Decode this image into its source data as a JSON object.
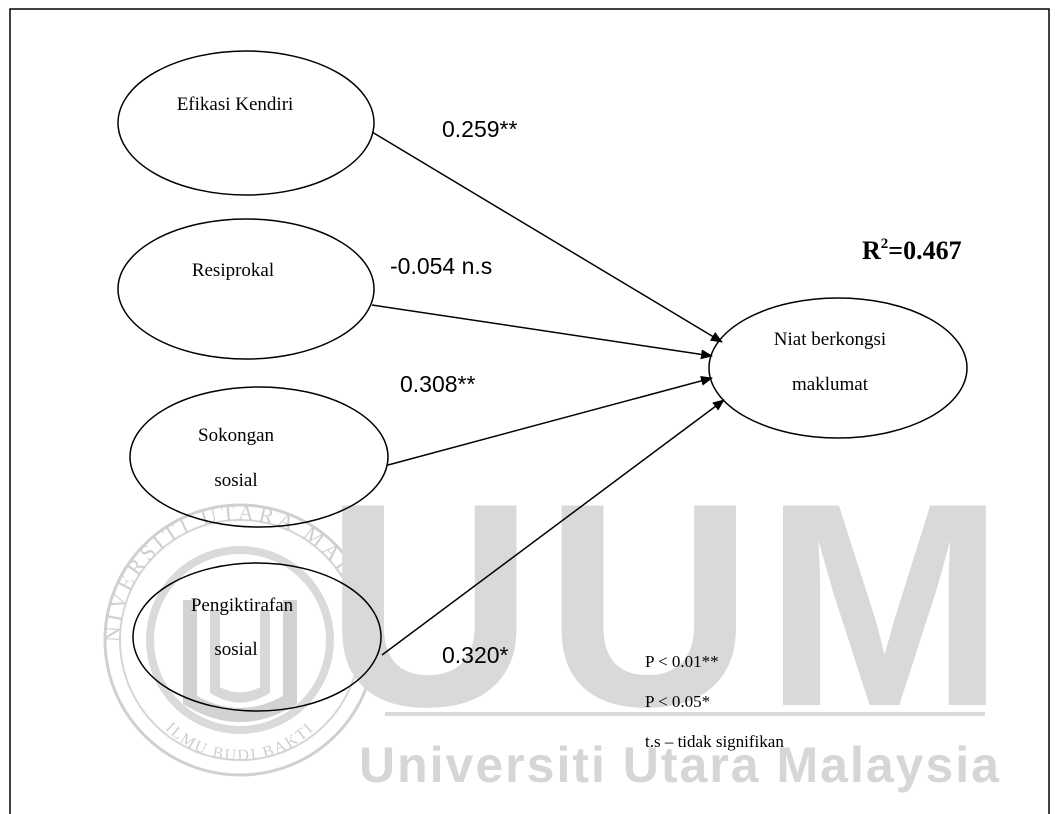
{
  "constructs": {
    "efikasi": "Efikasi Kendiri",
    "resiprokal": "Resiprokal",
    "sokongan_line1": "Sokongan",
    "sokongan_line2": "sosial",
    "pengiktirafan_line1": "Pengiktirafan",
    "pengiktirafan_line2": "sosial",
    "niat_line1": "Niat berkongsi",
    "niat_line2": "maklumat"
  },
  "coefficients": {
    "efikasi": "0.259**",
    "resiprokal": "-0.054 n.s",
    "sokongan": "0.308**",
    "pengiktirafan": "0.320*"
  },
  "r_squared": {
    "label": "R",
    "superscript": "2",
    "value": "=0.467"
  },
  "legend": {
    "p001": "P < 0.01**",
    "p005": "P < 0.05*",
    "ts": "t.s – tidak signifikan"
  },
  "watermark": {
    "wordmark": "UUM",
    "name": "Universiti Utara Malaysia",
    "seal_top": "UNIVERSITI UTARA MALAYSIA",
    "seal_bottom": "ILMU BUDI BAKTI"
  },
  "colors": {
    "ink": "#000000",
    "frame": "#000000",
    "watermark": "#d6d6d6",
    "seal": "#cfcfcf"
  }
}
